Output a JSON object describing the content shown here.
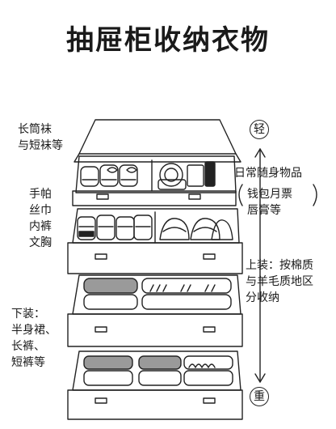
{
  "title": "抽屉柜收纳衣物",
  "labels": {
    "socks": [
      "长筒袜",
      "与短袜等"
    ],
    "small_items": [
      "手帕",
      "丝巾",
      "内裤",
      "文胸"
    ],
    "bottoms": [
      "下装：",
      "半身裙、",
      "长裤、",
      "短裤等"
    ],
    "daily": "日常随身物品",
    "daily_examples": [
      "钱包月票",
      "唇膏等"
    ],
    "tops": [
      "上装：按棉质",
      "与羊毛质地区",
      "分收纳"
    ]
  },
  "scale": {
    "light": "轻",
    "heavy": "重"
  }
}
